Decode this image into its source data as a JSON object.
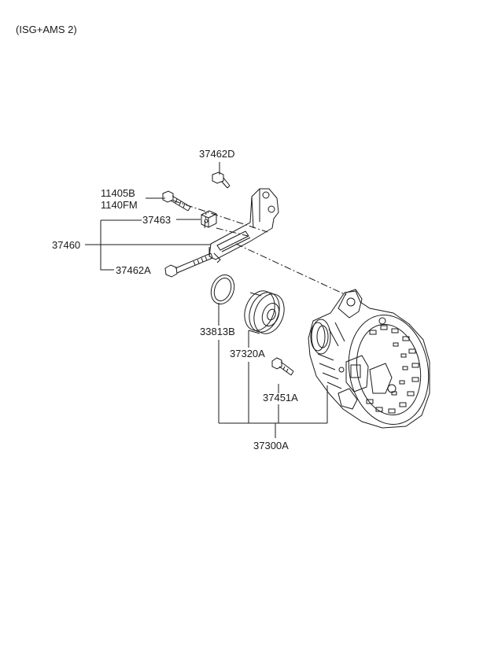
{
  "header": {
    "variant_note": "(ISG+AMS 2)"
  },
  "parts": {
    "p37462D": "37462D",
    "p11405B": "11405B",
    "p1140FM": "1140FM",
    "p37463": "37463",
    "p37460": "37460",
    "p37462A": "37462A",
    "p33813B": "33813B",
    "p37320A": "37320A",
    "p37451A": "37451A",
    "p37300A": "37300A"
  },
  "colors": {
    "line": "#1a1a1a",
    "background": "#ffffff"
  }
}
